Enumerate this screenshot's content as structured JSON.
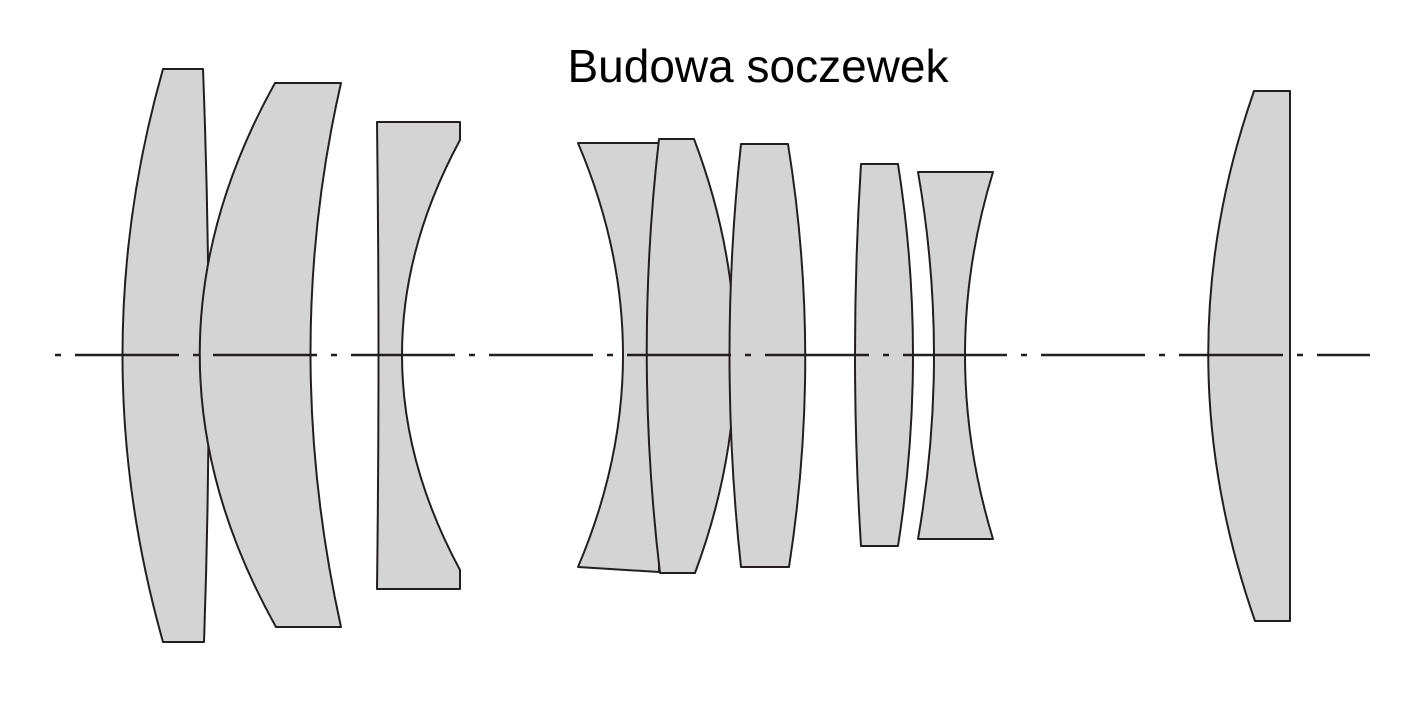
{
  "title": "Budowa soczewek",
  "colors": {
    "lens_fill": "#d4d4d4",
    "lens_outline": "#231f20",
    "axis_line": "#231f20",
    "text": "#000000"
  },
  "diagram": {
    "type": "lens-construction",
    "lens_element_count": 9,
    "optical_axis_style": "dash-dot"
  }
}
